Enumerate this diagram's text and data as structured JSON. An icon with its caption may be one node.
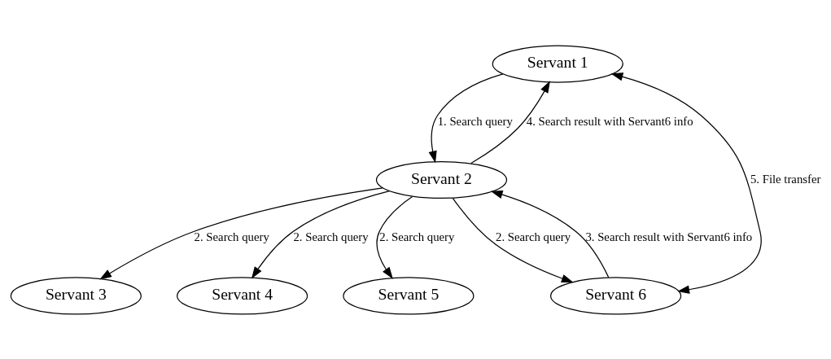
{
  "diagram": {
    "nodes": [
      {
        "text": [
          "Servant 1"
        ]
      },
      {
        "text": [
          "Servant 2"
        ]
      },
      {
        "text": [
          "Servant 3"
        ]
      },
      {
        "text": [
          "Servant 4"
        ]
      },
      {
        "text": [
          "Servant 5"
        ]
      },
      {
        "text": [
          "Servant 6"
        ]
      }
    ],
    "edges": [
      {
        "from": 0,
        "to": 1,
        "arrow": "to",
        "label": "1. Search query"
      },
      {
        "from": 1,
        "to": 0,
        "arrow": "to",
        "label": "4. Search result with Servant6 info"
      },
      {
        "from": 1,
        "to": 2,
        "arrow": "to",
        "label": "2. Search query"
      },
      {
        "from": 1,
        "to": 3,
        "arrow": "to",
        "label": "2. Search query"
      },
      {
        "from": 1,
        "to": 4,
        "arrow": "to",
        "label": "2. Search query"
      },
      {
        "from": 1,
        "to": 5,
        "arrow": "to",
        "label": "2. Search query"
      },
      {
        "from": 5,
        "to": 1,
        "arrow": "to",
        "label": "3. Search result with Servant6 info"
      },
      {
        "from": 0,
        "to": 5,
        "arrow": "both",
        "label": "5. File transfer"
      }
    ]
  }
}
